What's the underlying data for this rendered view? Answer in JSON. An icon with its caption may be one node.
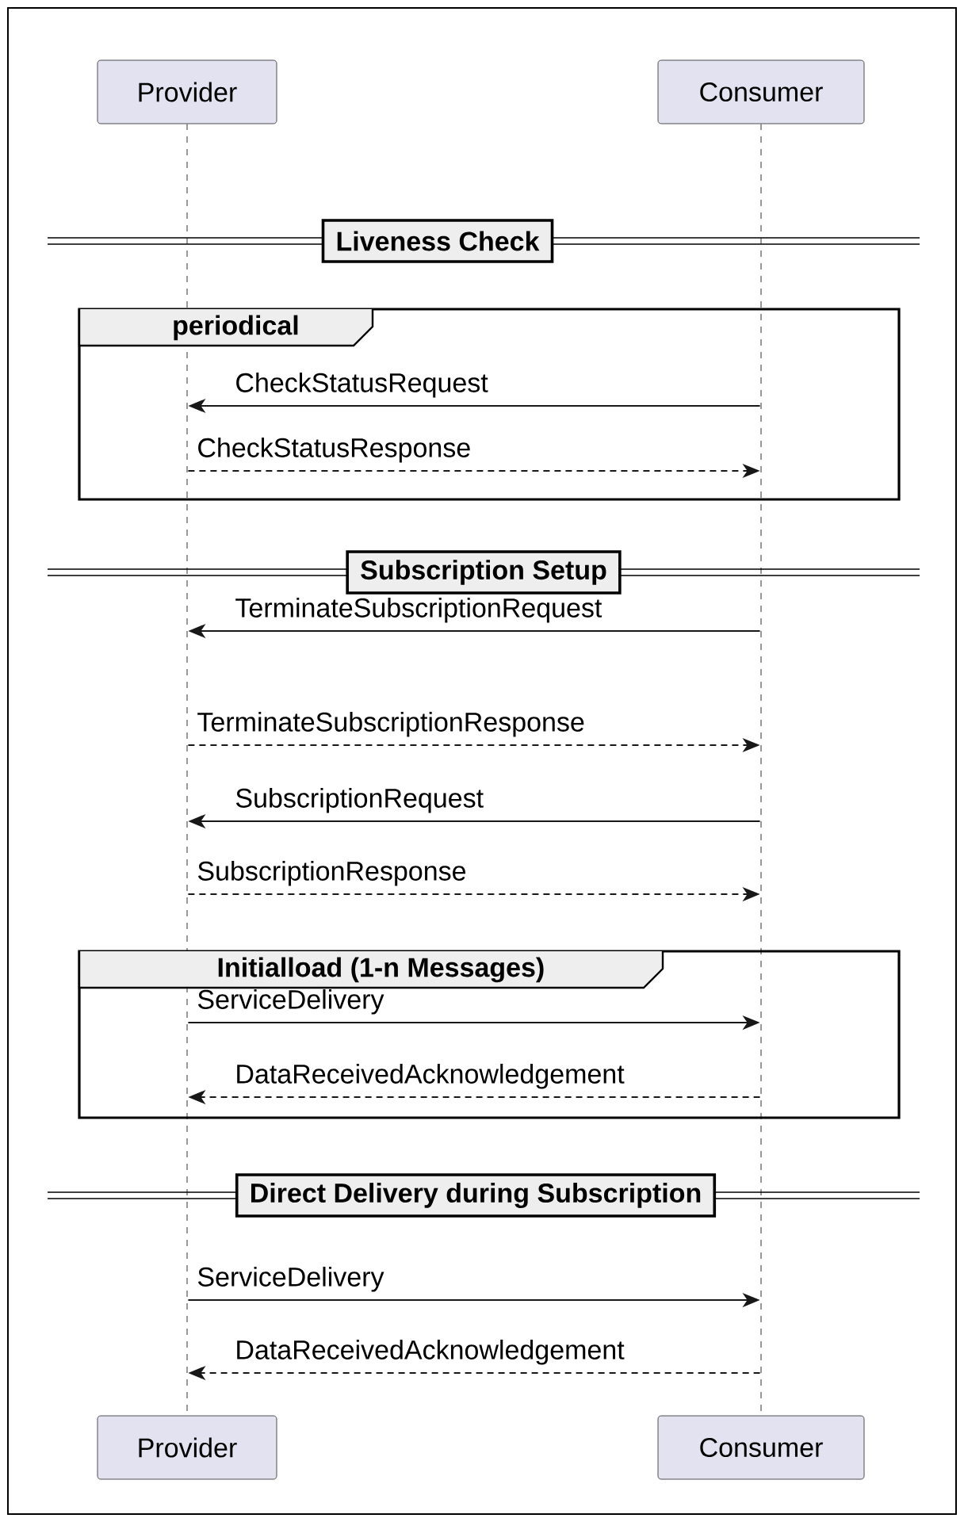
{
  "diagram": {
    "nodes": [
      {
        "text": [
          "Provider"
        ]
      },
      {
        "text": [
          "Consumer"
        ]
      },
      {
        "text": [],
        "shape": "line"
      },
      {
        "text": [],
        "shape": "line"
      },
      {
        "text": [
          "Liveness Check"
        ]
      },
      {
        "text": [
          "periodical"
        ]
      },
      {
        "text": [
          "Subscription Setup"
        ]
      },
      {
        "text": [
          "Initialload (1-n Messages)"
        ]
      },
      {
        "text": [
          "Direct Delivery during Subscription"
        ]
      },
      {
        "text": [
          "Provider"
        ]
      },
      {
        "text": [
          "Consumer"
        ]
      }
    ],
    "edges": [
      {
        "from": 3,
        "to": 2,
        "arrow": "to",
        "label": "CheckStatusRequest"
      },
      {
        "from": 2,
        "to": 3,
        "arrow": "to",
        "label": "CheckStatusResponse",
        "style": "dashed"
      },
      {
        "from": 3,
        "to": 2,
        "arrow": "to",
        "label": "TerminateSubscriptionRequest"
      },
      {
        "from": 2,
        "to": 3,
        "arrow": "to",
        "label": "TerminateSubscriptionResponse",
        "style": "dashed"
      },
      {
        "from": 3,
        "to": 2,
        "arrow": "to",
        "label": "SubscriptionRequest"
      },
      {
        "from": 2,
        "to": 3,
        "arrow": "to",
        "label": "SubscriptionResponse",
        "style": "dashed"
      },
      {
        "from": 2,
        "to": 3,
        "arrow": "to",
        "label": "ServiceDelivery"
      },
      {
        "from": 3,
        "to": 2,
        "arrow": "to",
        "label": "DataReceivedAcknowledgement",
        "style": "dashed"
      },
      {
        "from": 2,
        "to": 3,
        "arrow": "to",
        "label": "ServiceDelivery"
      },
      {
        "from": 3,
        "to": 2,
        "arrow": "to",
        "label": "DataReceivedAcknowledgement",
        "style": "dashed"
      }
    ]
  }
}
